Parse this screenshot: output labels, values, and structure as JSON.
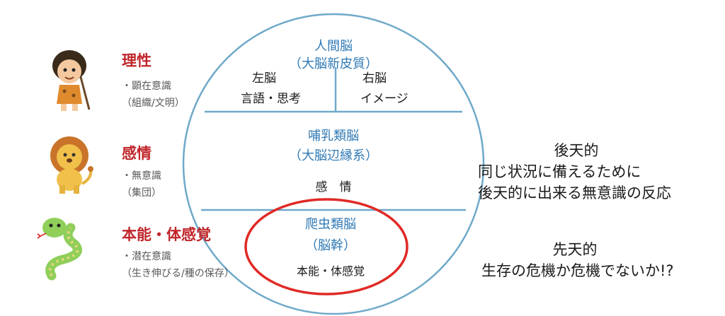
{
  "left_labels": [
    {
      "title": "理性",
      "bullet": "・顕在意識",
      "sub": "（組織/文明）",
      "icon": "caveman-icon"
    },
    {
      "title": "感情",
      "bullet": "・無意識",
      "sub": "（集団）",
      "icon": "lion-icon"
    },
    {
      "title": "本能・体感覚",
      "bullet": "・潜在意識",
      "sub": "（生き伸びる/種の保存）",
      "icon": "snake-icon"
    }
  ],
  "circle": {
    "top": {
      "title_line1": "人間脳",
      "title_line2": "（大脳新皮質）",
      "left_title": "左脳",
      "left_desc": "言語・思考",
      "right_title": "右脳",
      "right_desc": "イメージ"
    },
    "middle": {
      "title_line1": "哺乳類脳",
      "title_line2": "（大脳辺縁系）",
      "desc": "感　情"
    },
    "bottom": {
      "title_line1": "爬虫類脳",
      "title_line2": "（脳幹）",
      "desc": "本能・体感覚"
    }
  },
  "right_notes": [
    {
      "heading": "後天的",
      "lines": [
        "同じ状況に備えるために",
        "後天的に出来る無意識の反応"
      ]
    },
    {
      "heading": "先天的",
      "lines": [
        "生存の危機か危機でないか!?"
      ]
    }
  ],
  "colors": {
    "circle_stroke": "#6fa9c9",
    "circle_text": "#2f79b5",
    "highlight": "#e02a25",
    "label_red": "#c0262b"
  }
}
